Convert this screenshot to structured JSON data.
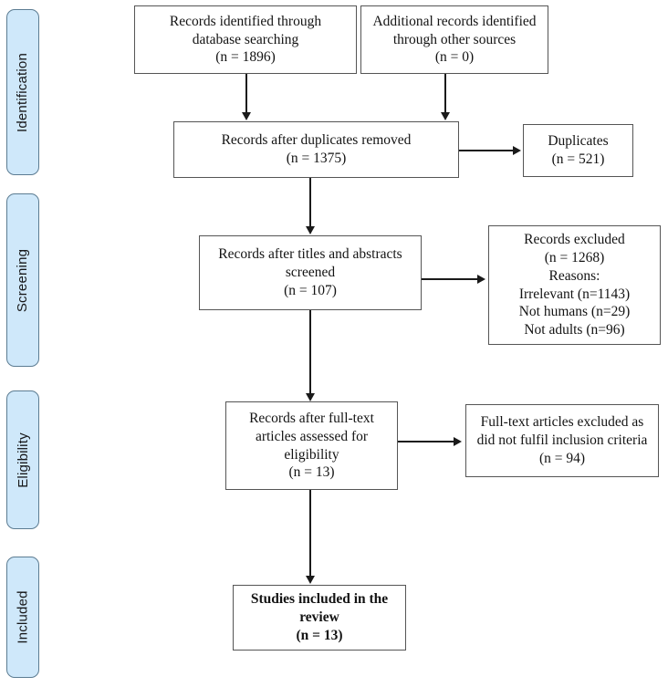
{
  "diagram": {
    "title": "PRISMA flow diagram",
    "type": "flowchart",
    "colors": {
      "stage_fill": "#cfe8fa",
      "stage_border": "#5c7c92",
      "node_border": "#555555",
      "connector": "#1a1a1a",
      "background": "#ffffff",
      "text": "#131313"
    }
  },
  "stages": [
    {
      "id": "identification",
      "label": "Identification"
    },
    {
      "id": "screening",
      "label": "Screening"
    },
    {
      "id": "eligibility",
      "label": "Eligibility"
    },
    {
      "id": "included",
      "label": "Included"
    }
  ],
  "nodes": {
    "database_search": {
      "text": "Records identified through\ndatabase searching\n(n =  1896)",
      "count": 1896,
      "bold": false
    },
    "other_sources": {
      "text": "Additional records identified\nthrough other sources\n(n = 0)",
      "count": 0,
      "bold": false
    },
    "duplicates_removed": {
      "text": "Records after duplicates removed\n(n = 1375)",
      "count": 1375,
      "bold": false
    },
    "duplicates": {
      "text": "Duplicates\n(n = 521)",
      "count": 521,
      "bold": false
    },
    "titles_abstracts_screened": {
      "text": "Records after titles and abstracts\nscreened\n(n = 107)",
      "count": 107,
      "bold": false
    },
    "records_excluded": {
      "text": "Records excluded\n(n = 1268)\nReasons:\nIrrelevant (n=1143)\nNot humans (n=29)\nNot adults (n=96)",
      "count": 1268,
      "reasons": [
        {
          "label": "Irrelevant",
          "count": 1143
        },
        {
          "label": "Not humans",
          "count": 29
        },
        {
          "label": "Not adults",
          "count": 96
        }
      ],
      "bold": false
    },
    "fulltext_assessed": {
      "text": "Records after full-text\narticles assessed for\neligibility\n(n = 13)",
      "count": 13,
      "bold": false
    },
    "fulltext_excluded": {
      "text": "Full-text articles excluded as\ndid not fulfil inclusion criteria\n(n = 94)",
      "count": 94,
      "bold": false
    },
    "studies_included": {
      "text": "Studies included in the\nreview\n(n = 13)",
      "count": 13,
      "bold": true
    }
  }
}
